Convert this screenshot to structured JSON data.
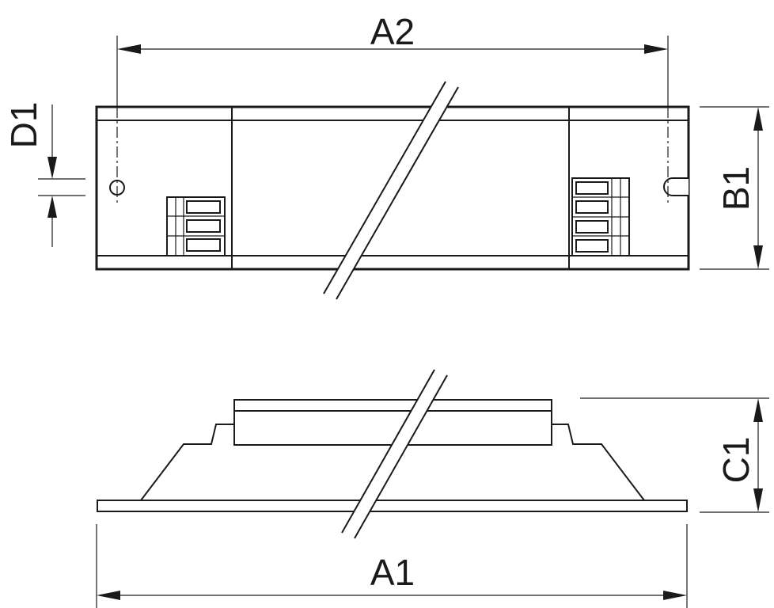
{
  "labels": {
    "a2": "A2",
    "a1": "A1",
    "b1": "B1",
    "c1": "C1",
    "d1": "D1"
  },
  "colors": {
    "line": "#1a1a1a",
    "background": "#ffffff"
  }
}
